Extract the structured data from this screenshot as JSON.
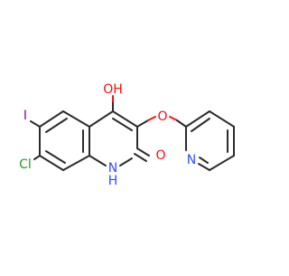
{
  "molecule": {
    "atoms": {
      "oh_top": {
        "label": "OH",
        "color": "#ff0d0d"
      },
      "o_ether": {
        "label": "O",
        "color": "#ff0d0d"
      },
      "o_carbonyl": {
        "label": "O",
        "color": "#ff0d0d"
      },
      "n_pyridine": {
        "label": "N",
        "color": "#3050f8"
      },
      "nh_ring": {
        "label": "N",
        "color": "#3050f8"
      },
      "nh_h": {
        "label": "H",
        "color": "#3050f8"
      },
      "iodine": {
        "label": "I",
        "color": "#940094"
      },
      "chlorine": {
        "label": "Cl",
        "color": "#1fa01f"
      }
    }
  }
}
